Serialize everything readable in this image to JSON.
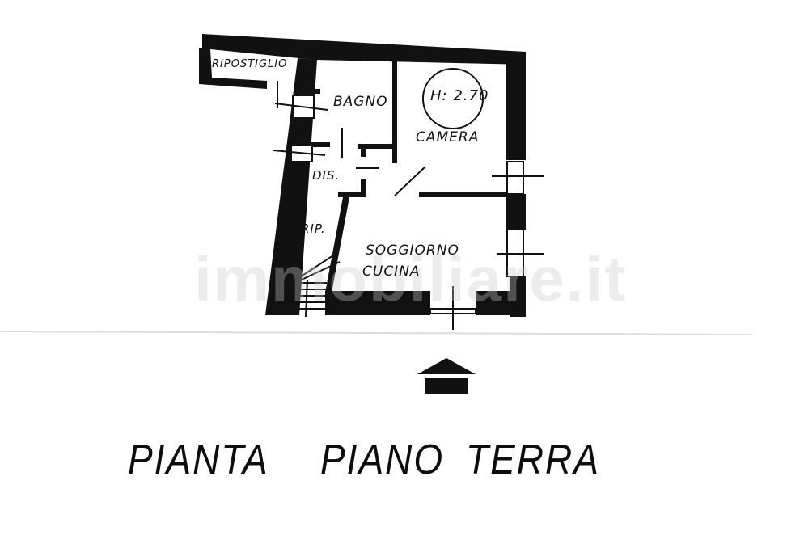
{
  "plan": {
    "title_words": [
      "PIANTA",
      "PIANO",
      "TERRA"
    ],
    "ceiling_height_label": "H: 2.70",
    "rooms": [
      {
        "id": "ripostiglio",
        "label": "RIPOSTIGLIO"
      },
      {
        "id": "bagno",
        "label": "BAGNO"
      },
      {
        "id": "camera",
        "label": "CAMERA"
      },
      {
        "id": "disimpegno",
        "label": "DIS."
      },
      {
        "id": "ripostiglio-small",
        "label": "RIP."
      },
      {
        "id": "soggiorno",
        "label": "SOGGIORNO"
      },
      {
        "id": "cucina",
        "label": "CUCINA"
      }
    ],
    "entrance_marker": "entrance-arrow",
    "watermark": "immobiliare.it",
    "colors": {
      "wall": "#111111",
      "background": "#ffffff",
      "watermark": "#c8c8c8"
    }
  }
}
